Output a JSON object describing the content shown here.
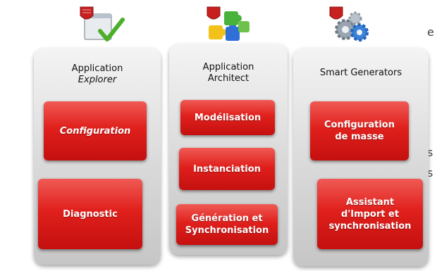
{
  "edge_text": [
    "e",
    "s",
    "s"
  ],
  "columns": [
    {
      "title_lines": [
        "Application",
        "Explorer"
      ],
      "icon": "window-checkmark-shield-icon",
      "tiles": [
        {
          "lines": [
            "Configuration"
          ]
        },
        {
          "lines": [
            "Diagnostic"
          ]
        }
      ]
    },
    {
      "title_lines": [
        "Application",
        "Architect"
      ],
      "icon": "puzzle-pieces-shield-icon",
      "tiles": [
        {
          "lines": [
            "Modélisation"
          ]
        },
        {
          "lines": [
            "Instanciation"
          ]
        },
        {
          "lines": [
            "Génération et",
            "Synchronisation"
          ]
        }
      ]
    },
    {
      "title_lines": [
        "Smart Generators"
      ],
      "icon": "gears-shield-icon",
      "tiles": [
        {
          "lines": [
            "Configuration",
            "de masse"
          ]
        },
        {
          "lines": [
            "Assistant",
            "d'Import et",
            "synchronisation"
          ]
        }
      ]
    }
  ],
  "colors": {
    "tile_red": "#e0201c",
    "column_gray": "#d9d9d9",
    "check_green": "#4caf2a"
  }
}
